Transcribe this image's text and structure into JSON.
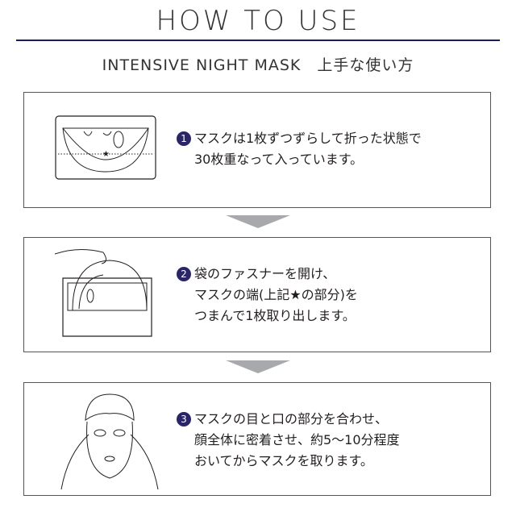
{
  "header": {
    "title": "HOW TO USE",
    "subtitle": "INTENSIVE NIGHT MASK　上手な使い方"
  },
  "steps": [
    {
      "number": "1",
      "lines": [
        "マスクは1枚ずつずらして折った状態で",
        "30枚重なって入っています。"
      ]
    },
    {
      "number": "2",
      "lines": [
        "袋のファスナーを開け、",
        "マスクの端(上記★の部分)を",
        "つまんで1枚取り出します。"
      ]
    },
    {
      "number": "3",
      "lines": [
        "マスクの目と口の部分を合わせ、",
        "顔全体に密着させ、約5〜10分程度",
        "おいてからマスクを取ります。"
      ]
    }
  ],
  "colors": {
    "accent": "#2a2566",
    "arrow": "#a7a9ac"
  }
}
